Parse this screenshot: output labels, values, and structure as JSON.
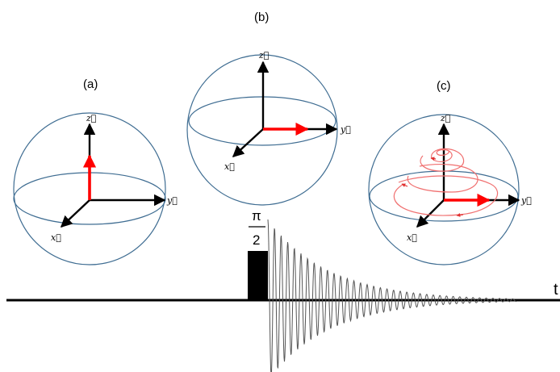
{
  "panels": [
    {
      "label": "(a)",
      "axes": {
        "x": "x⃗",
        "y": "y⃗",
        "z": "z⃗"
      }
    },
    {
      "label": "(b)",
      "axes": {
        "x": "x⃗",
        "y": "y⃗",
        "z": "z⃗"
      }
    },
    {
      "label": "(c)",
      "axes": {
        "x": "x⃗",
        "y": "y⃗",
        "z": "z⃗"
      }
    }
  ],
  "pulse": {
    "numerator": "π",
    "denominator": "2"
  },
  "time_axis_label": "t",
  "colors": {
    "sphere": "#3f6d92",
    "axis": "#000000",
    "vector": "#ff0000",
    "spiral": "#f07070",
    "fid": "#555555"
  }
}
